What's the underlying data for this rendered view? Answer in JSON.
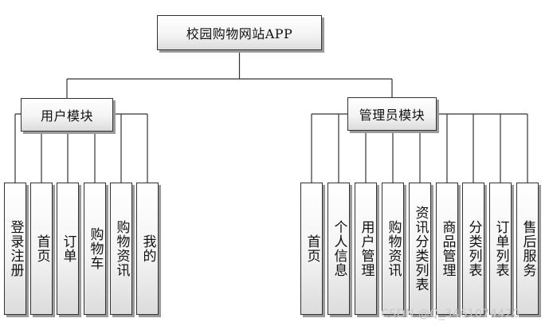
{
  "diagram": {
    "root": "校园购物网站APP",
    "groups": [
      {
        "label": "用户模块",
        "children": [
          "登录注册",
          "首页",
          "订单",
          "购物车",
          "购物资讯",
          "我的"
        ]
      },
      {
        "label": "管理员模块",
        "children": [
          "首页",
          "个人信息",
          "用户管理",
          "购物资讯",
          "资讯分类列表",
          "商品管理",
          "分类列表",
          "订单列表",
          "售后服务"
        ]
      }
    ],
    "colors": {
      "line": "#333333",
      "box_border": "#333333",
      "box_shadow": "#9a9a9a",
      "text": "#111111",
      "watermark": "#c8c8c8"
    }
  },
  "watermark": "CSDN @Q_3461074420"
}
